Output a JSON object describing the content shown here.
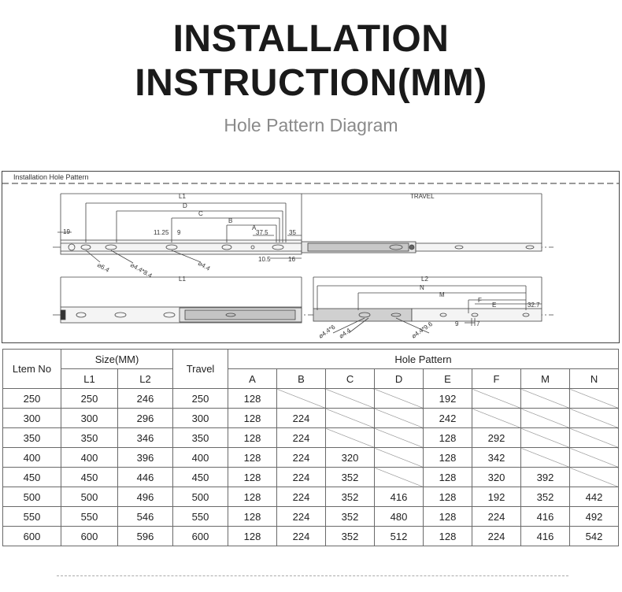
{
  "header": {
    "title_line1": "INSTALLATION",
    "title_line2": "INSTRUCTION(MM)",
    "subtitle": "Hole Pattern Diagram"
  },
  "diagram": {
    "label": "Installation Hole Pattern",
    "top_view": {
      "dims": [
        "L1",
        "D",
        "C",
        "B",
        "A",
        "TRAVEL",
        "19",
        "11.25",
        "9",
        "37.5",
        "35",
        "10.5",
        "16"
      ],
      "holes": [
        "⌀ 6.4",
        "⌀ 4.4*8.4",
        "⌀ 4.4"
      ]
    },
    "bottom_view": {
      "dims": [
        "L1",
        "L2",
        "N",
        "M",
        "F",
        "E",
        "32.7",
        "9",
        "7"
      ],
      "holes": [
        "⌀ 4.4*6",
        "⌀ 4.4",
        "⌀ 4.4*9.6"
      ]
    }
  },
  "table": {
    "headers": {
      "item": "Ltem No",
      "size": "Size(MM)",
      "l1": "L1",
      "l2": "L2",
      "travel": "Travel",
      "hole_pattern": "Hole Pattern",
      "cols": [
        "A",
        "B",
        "C",
        "D",
        "E",
        "F",
        "M",
        "N"
      ]
    },
    "rows": [
      [
        "250",
        "250",
        "246",
        "250",
        "128",
        "",
        "",
        "",
        "192",
        "",
        "",
        ""
      ],
      [
        "300",
        "300",
        "296",
        "300",
        "128",
        "224",
        "",
        "",
        "242",
        "",
        "",
        ""
      ],
      [
        "350",
        "350",
        "346",
        "350",
        "128",
        "224",
        "",
        "",
        "128",
        "292",
        "",
        ""
      ],
      [
        "400",
        "400",
        "396",
        "400",
        "128",
        "224",
        "320",
        "",
        "128",
        "342",
        "",
        ""
      ],
      [
        "450",
        "450",
        "446",
        "450",
        "128",
        "224",
        "352",
        "",
        "128",
        "320",
        "392",
        ""
      ],
      [
        "500",
        "500",
        "496",
        "500",
        "128",
        "224",
        "352",
        "416",
        "128",
        "192",
        "352",
        "442"
      ],
      [
        "550",
        "550",
        "546",
        "550",
        "128",
        "224",
        "352",
        "480",
        "128",
        "224",
        "416",
        "492"
      ],
      [
        "600",
        "600",
        "596",
        "600",
        "128",
        "224",
        "352",
        "512",
        "128",
        "224",
        "416",
        "542"
      ]
    ]
  }
}
